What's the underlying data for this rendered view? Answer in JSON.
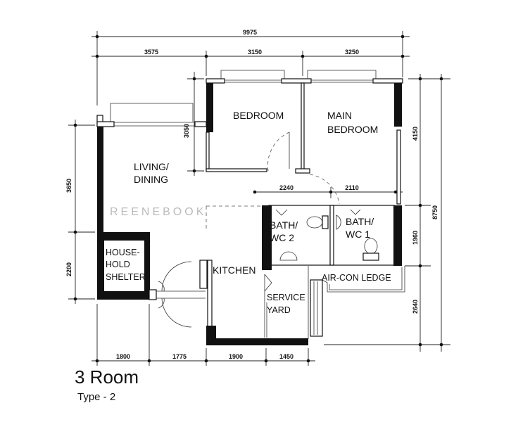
{
  "plan": {
    "title": "3 Room",
    "subtitle": "Type - 2",
    "watermark": "REENEBOOK",
    "rooms": {
      "bedroom": "BEDROOM",
      "main_bedroom_1": "MAIN",
      "main_bedroom_2": "BEDROOM",
      "living_1": "LIVING/",
      "living_2": "DINING",
      "shelter_1": "HOUSE-",
      "shelter_2": "HOLD",
      "shelter_3": "SHELTER",
      "kitchen": "KITCHEN",
      "service_1": "SERVICE",
      "service_2": "YARD",
      "bath2_1": "BATH/",
      "bath2_2": "WC 2",
      "bath1_1": "BATH/",
      "bath1_2": "WC 1",
      "aircon": "AIR-CON LEDGE"
    },
    "dimensions": {
      "overall_width": "9975",
      "top": [
        "3575",
        "3150",
        "3250"
      ],
      "bottom": [
        "1800",
        "1775",
        "1900",
        "1450"
      ],
      "left": [
        "3650",
        "2200"
      ],
      "bedroom_depth": "3050",
      "bath_widths": [
        "2240",
        "2110"
      ],
      "right": [
        "4150",
        "1960",
        "2640"
      ],
      "overall_depth": "8750"
    }
  }
}
